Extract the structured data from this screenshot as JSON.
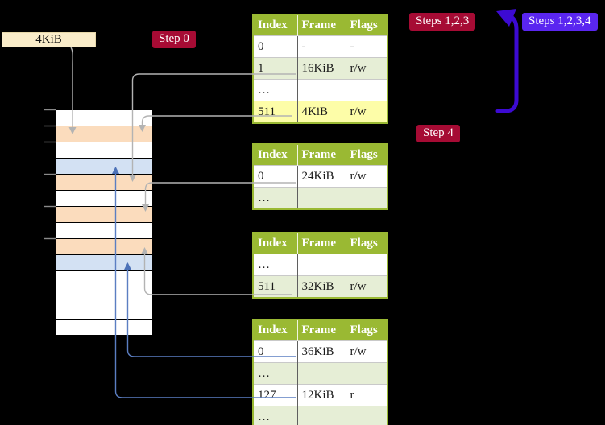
{
  "frame_label": "4KiB",
  "badges": {
    "step0": "Step 0",
    "steps123": "Steps 1,2,3",
    "steps1234": "Steps 1,2,3,4",
    "step4": "Step 4"
  },
  "page_tables": [
    {
      "headers": [
        "Index",
        "Frame",
        "Flags"
      ],
      "rows": [
        {
          "cells": [
            "0",
            "-",
            "-"
          ],
          "variant": "white"
        },
        {
          "cells": [
            "1",
            "16KiB",
            "r/w"
          ],
          "variant": "green"
        },
        {
          "cells": [
            "…",
            "",
            ""
          ],
          "variant": "white"
        },
        {
          "cells": [
            "511",
            "4KiB",
            "r/w"
          ],
          "variant": "yellow"
        }
      ]
    },
    {
      "headers": [
        "Index",
        "Frame",
        "Flags"
      ],
      "rows": [
        {
          "cells": [
            "0",
            "24KiB",
            "r/w"
          ],
          "variant": "white"
        },
        {
          "cells": [
            "…",
            "",
            ""
          ],
          "variant": "green"
        }
      ]
    },
    {
      "headers": [
        "Index",
        "Frame",
        "Flags"
      ],
      "rows": [
        {
          "cells": [
            "…",
            "",
            ""
          ],
          "variant": "white"
        },
        {
          "cells": [
            "511",
            "32KiB",
            "r/w"
          ],
          "variant": "green"
        }
      ]
    },
    {
      "headers": [
        "Index",
        "Frame",
        "Flags"
      ],
      "rows": [
        {
          "cells": [
            "0",
            "36KiB",
            "r/w"
          ],
          "variant": "white"
        },
        {
          "cells": [
            "…",
            "",
            ""
          ],
          "variant": "green"
        },
        {
          "cells": [
            "127",
            "12KiB",
            "r"
          ],
          "variant": "white"
        },
        {
          "cells": [
            "…",
            "",
            ""
          ],
          "variant": "green"
        }
      ]
    }
  ],
  "memory": {
    "rows": [
      "white",
      "peach",
      "white",
      "blue",
      "peach",
      "white",
      "peach",
      "white",
      "peach",
      "blue",
      "white",
      "white",
      "white",
      "white"
    ]
  },
  "colors": {
    "table_header_green": "#9ab933",
    "table_row_green": "#e6eed6",
    "highlight_yellow": "#fdfda8",
    "badge_red": "#a60b34",
    "badge_purple": "#5a26f0",
    "big_arrow_blue": "#3c0ad2",
    "connector_gray": "#b3b3b3",
    "connector_blue": "#5b7ec2",
    "memory_frame_peach": "#fbdcbd",
    "memory_frame_lightblue": "#d3e1f3",
    "frame_label_wheat": "#f9ecc9"
  }
}
